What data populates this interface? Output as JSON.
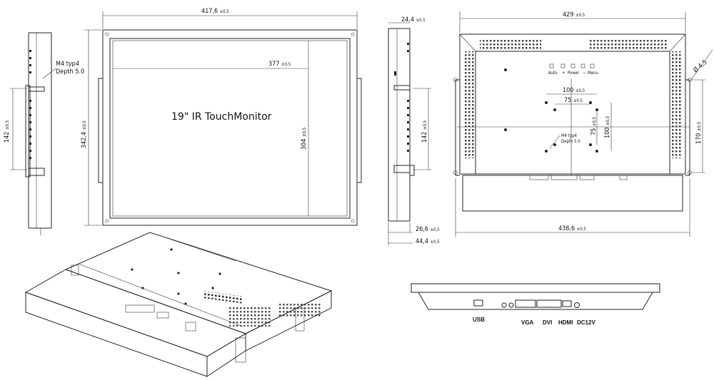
{
  "front_view": {
    "title": "19\" IR TouchMonitor",
    "width_outer": "417,6",
    "width_inner": "377",
    "height_outer": "342,4",
    "height_inner": "304",
    "tolerance": "±0,5"
  },
  "side_view_left": {
    "screw_note_1": "M4 typ4",
    "screw_note_2": "Depth 5.0",
    "mount_height": "142",
    "tolerance": "±0,5"
  },
  "side_view_right": {
    "depth_top": "24,4",
    "mount_height": "142",
    "depth_bottom_1": "26,6",
    "depth_bottom_2": "44,4",
    "tolerance": "±0,5"
  },
  "rear_view": {
    "width_top": "429",
    "width_bottom": "438,6",
    "vesa_100": "100",
    "vesa_75": "75",
    "vesa_v75": "75",
    "vesa_v100": "100",
    "height_170": "170",
    "hole_diameter": "4,5",
    "screw_note_1": "M4 typ4",
    "screw_note_2": "Depth 5.0",
    "buttons": [
      "Auto",
      "+",
      "Power",
      "−",
      "Menu"
    ],
    "tolerance": "±0,5"
  },
  "bottom_view": {
    "ports": [
      "USB",
      "VGA",
      "DVI",
      "HDMI",
      "DC12V"
    ]
  }
}
